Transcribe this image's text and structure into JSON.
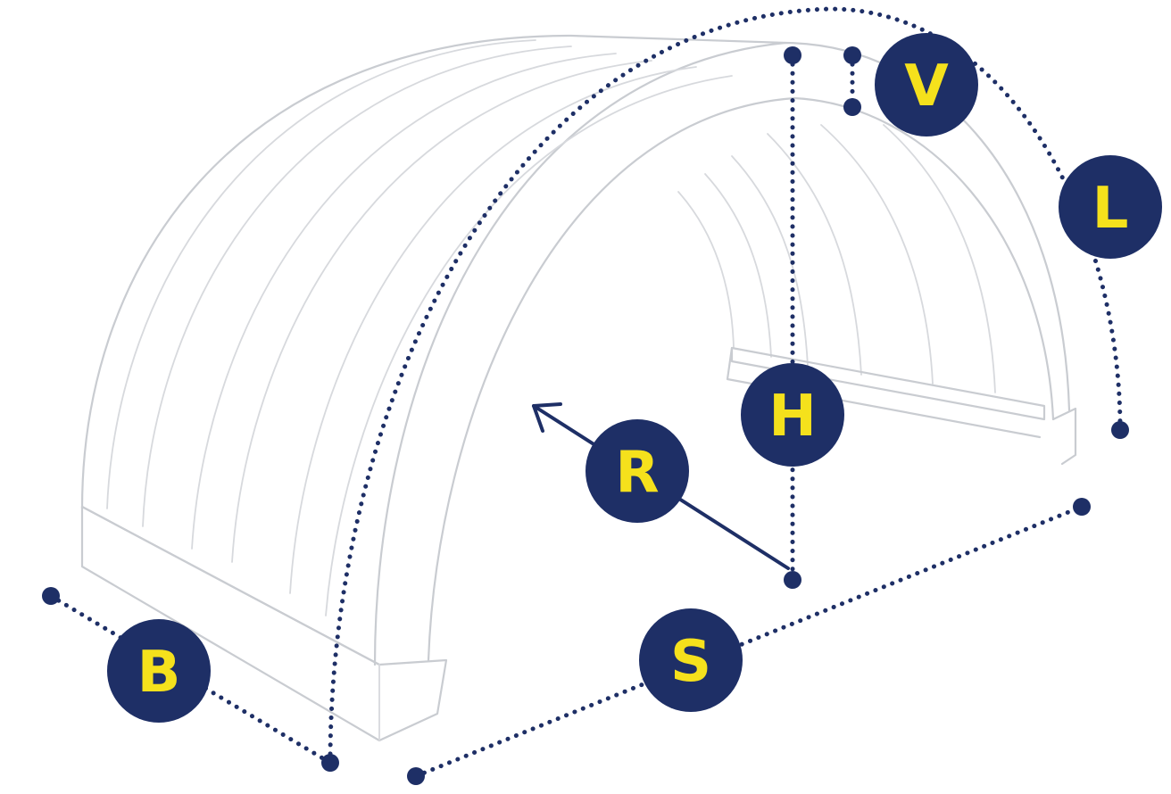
{
  "colors": {
    "badge_fill": "#1e2f66",
    "badge_text": "#f5e11c",
    "outline": "#c9ccd1"
  },
  "labels": {
    "V": "V",
    "L": "L",
    "H": "H",
    "R": "R",
    "B": "B",
    "S": "S"
  }
}
